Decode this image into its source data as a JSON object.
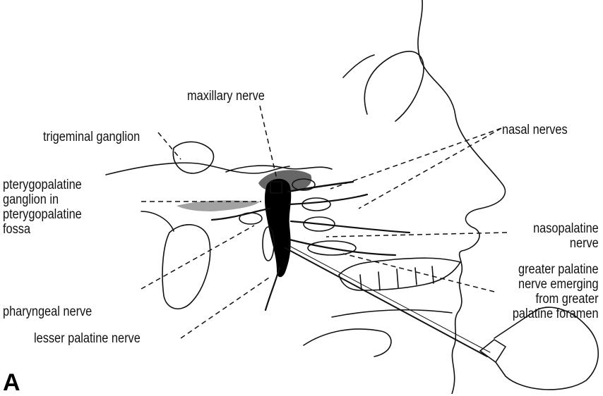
{
  "labels": {
    "maxillary_nerve": "maxillary nerve",
    "trigeminal_ganglion": "trigeminal ganglion",
    "pterygopalatine_ganglion": [
      "pterygopalatine",
      "ganglion in",
      "pterygopalatine",
      "fossa"
    ],
    "nasal_nerves": "nasal nerves",
    "nasopalatine_nerve": [
      "nasopalatine",
      "nerve"
    ],
    "greater_palatine_nerve": [
      "greater palatine",
      "nerve emerging",
      "from greater",
      "palatine foramen"
    ],
    "pharyngeal_nerve": "pharyngeal nerve",
    "lesser_palatine_nerve": "lesser palatine nerve"
  },
  "panel_letter": "A"
}
